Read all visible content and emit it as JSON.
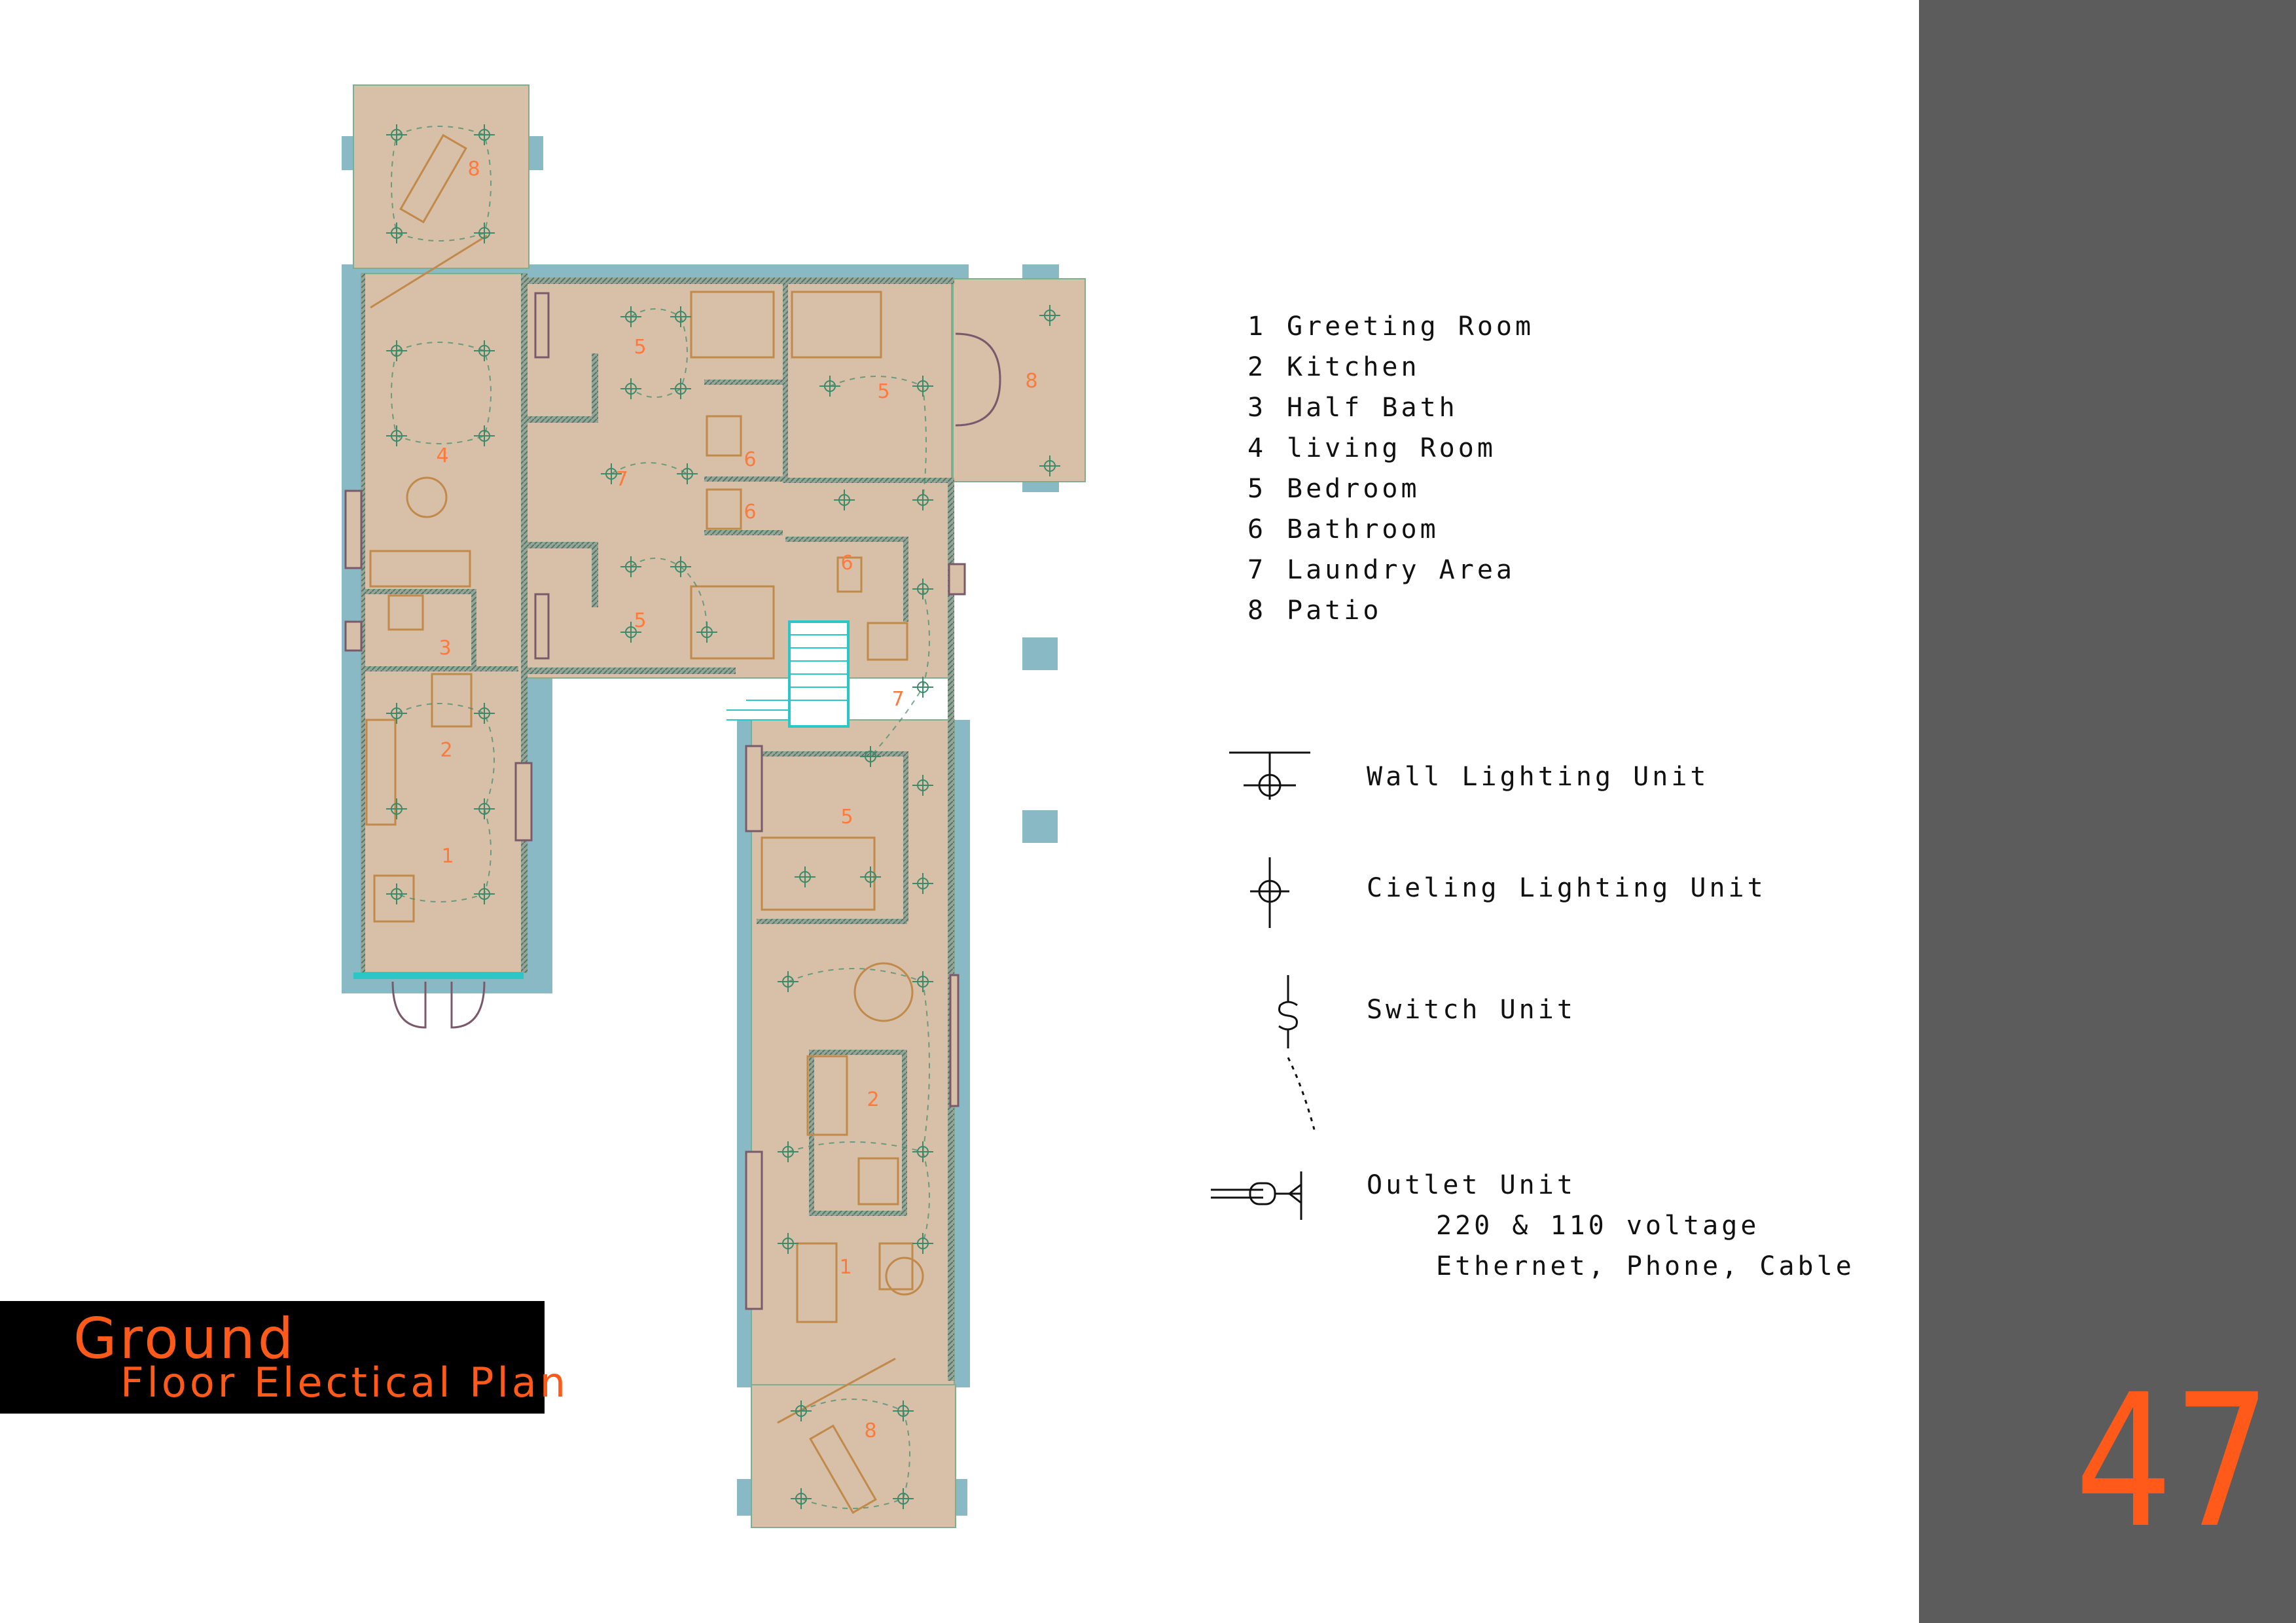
{
  "title": {
    "line1": "Ground",
    "line2": "Floor Electical Plan"
  },
  "page_number": "47",
  "legend": [
    {
      "num": "1",
      "label": "Greeting Room"
    },
    {
      "num": "2",
      "label": "Kitchen"
    },
    {
      "num": "3",
      "label": "Half Bath"
    },
    {
      "num": "4",
      "label": "living Room"
    },
    {
      "num": "5",
      "label": "Bedroom"
    },
    {
      "num": "6",
      "label": "Bathroom"
    },
    {
      "num": "7",
      "label": "Laundry Area"
    },
    {
      "num": "8",
      "label": "Patio"
    }
  ],
  "symbols": {
    "wall_light": "Wall Lighting Unit",
    "ceiling_light": "Cieling Lighting Unit",
    "switch": "Switch Unit",
    "outlet": "Outlet Unit",
    "outlet_voltage": "220 & 110 voltage",
    "outlet_types": "Ethernet, Phone, Cable"
  },
  "room_labels": {
    "r8a": "8",
    "r8b": "8",
    "r8c": "8",
    "r4": "4",
    "r3": "3",
    "r2a": "2",
    "r1a": "1",
    "r5a": "5",
    "r5b": "5",
    "r5c": "5",
    "r5d": "5",
    "r6a": "6",
    "r6b": "6",
    "r6c": "6",
    "r7a": "7",
    "r7b": "7",
    "r2b": "2",
    "r1b": "1"
  },
  "colors": {
    "sidebar": "#5c5c5c",
    "accent": "#ff5a1a",
    "floor": "#d7bfa8",
    "wall_outline": "#89b9c4",
    "fixture": "#c18a4a",
    "wiring": "#2e7d5b"
  }
}
